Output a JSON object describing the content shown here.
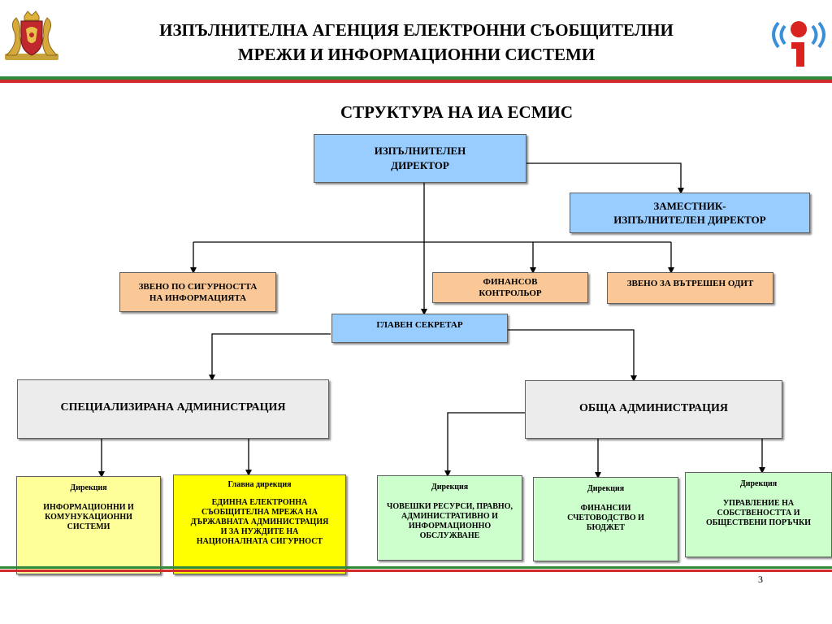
{
  "header": {
    "title_line1": "ИЗПЪЛНИТЕЛНА АГЕНЦИЯ ЕЛЕКТРОННИ СЪОБЩИТЕЛНИ",
    "title_line2": "МРЕЖИ И ИНФОРМАЦИОННИ СИСТЕМИ",
    "left_logo": "bulgarian-coat-of-arms-icon",
    "right_logo": "agency-signal-logo-icon"
  },
  "colors": {
    "stripe_white": "#ffffff",
    "stripe_green": "#2e8b3a",
    "stripe_red": "#d22b2b",
    "box_blue": "#99ccff",
    "box_orange": "#fac897",
    "box_grey": "#ececec",
    "box_yellow_light": "#ffff99",
    "box_yellow": "#ffff00",
    "box_green": "#ccffcc"
  },
  "subtitle": "СТРУКТУРА НА ИА ЕСМИС",
  "org": {
    "director": {
      "line1": "ИЗПЪЛНИТЕЛЕН",
      "line2": "ДИРЕКТОР"
    },
    "deputy": {
      "line1": "ЗАМЕСТНИК-",
      "line2": "ИЗПЪЛНИТЕЛЕН ДИРЕКТОР"
    },
    "security": {
      "line1": "ЗВЕНО ПО СИГУРНОСТТА",
      "line2": "НА ИНФОРМАЦИЯТА"
    },
    "finance_control": {
      "line1": "ФИНАНСОВ",
      "line2": "КОНТРОЛЬОР"
    },
    "audit": {
      "line1": "ЗВЕНО ЗА ВЪТРЕШЕН ОДИТ"
    },
    "secretary": {
      "line1": "ГЛАВЕН СЕКРЕТАР"
    },
    "specialized": {
      "line1": "СПЕЦИАЛИЗИРАНА АДМИНИСТРАЦИЯ"
    },
    "general": {
      "line1": "ОБЩА АДМИНИСТРАЦИЯ"
    },
    "directorates": [
      {
        "label": "Дирекция",
        "name": "ИНФОРМАЦИОННИ И КОМУНУКАЦИОННИ СИСТЕМИ"
      },
      {
        "label": "Главна дирекция",
        "name": "ЕДИННА ЕЛЕКТРОННА СЪОБЩИТЕЛНА МРЕЖА НА ДЪРЖАВНАТА АДМИНИСТРАЦИЯ И ЗА НУЖДИТЕ НА НАЦИОНАЛНАТА СИГУРНОСТ"
      },
      {
        "label": "Дирекция",
        "name": "ЧОВЕШКИ РЕСУРСИ, ПРАВНО, АДМИНИСТРАТИВНО И ИНФОРМАЦИОННО ОБСЛУЖВАНЕ"
      },
      {
        "label": "Дирекция",
        "name": "ФИНАНСИИ СЧЕТОВОДСТВО И БЮДЖЕТ"
      },
      {
        "label": "Дирекция",
        "name": "УПРАВЛЕНИЕ НА СОБСТВЕНОСТТА И ОБЩЕСТВЕНИ ПОРЪЧКИ"
      }
    ]
  },
  "page_number": "3"
}
